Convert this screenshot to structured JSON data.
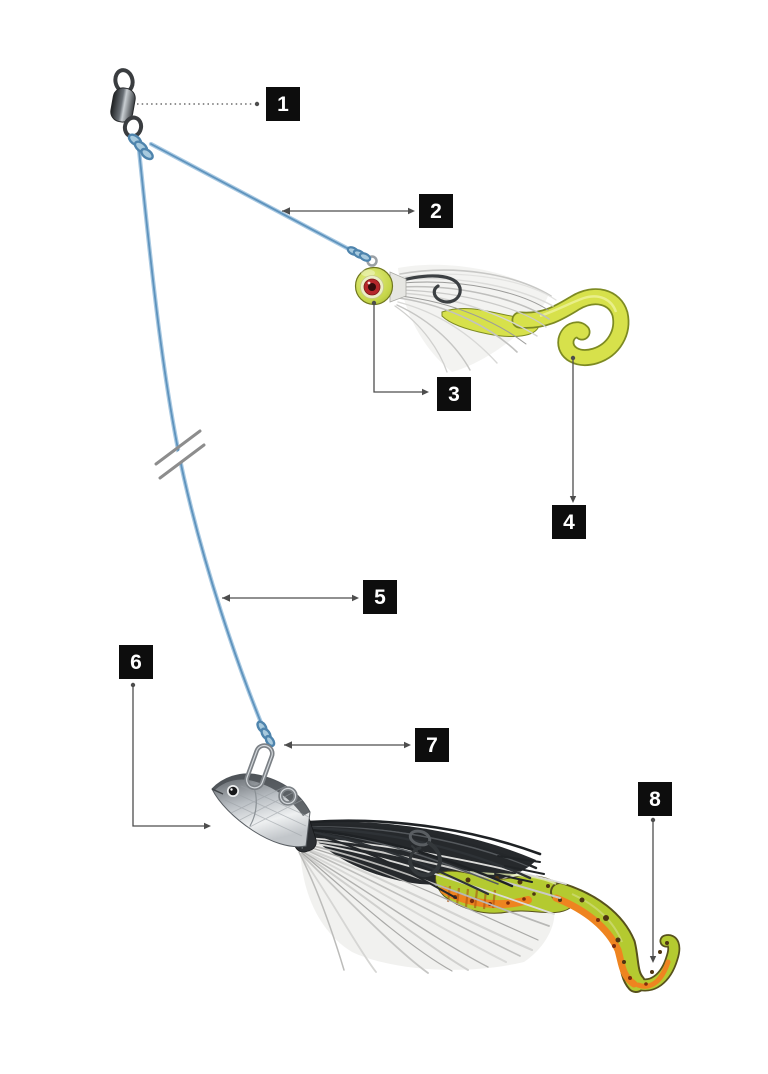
{
  "figure": {
    "kind": "tandem-bucktail-jig-rig-diagram",
    "labels": [
      "1",
      "2",
      "3",
      "4",
      "5",
      "6",
      "7",
      "8"
    ]
  },
  "colors": {
    "background": "#ffffff",
    "line_blue": "#5e93bd",
    "line_blue_light": "#a9c9e2",
    "callout_line": "#4d4d4d",
    "label_bg": "#0d0d0d",
    "label_text": "#ffffff",
    "jig_head_chartreuse": "#c6d64a",
    "jig_eye_ring": "#eceec8",
    "jig_eye_red": "#b5272b",
    "jig_eye_pupil": "#330b0c",
    "grub_yellow": "#d7e14b",
    "grub_chartreuse": "#b4ca30",
    "grub_orange": "#ee8420",
    "metal_gray": "#7b8085",
    "fish_silver": "#c9cdd1",
    "skirt_white": "#d9d9d9",
    "skirt_black": "#26292c",
    "break_mark": "#8d8d8d"
  }
}
